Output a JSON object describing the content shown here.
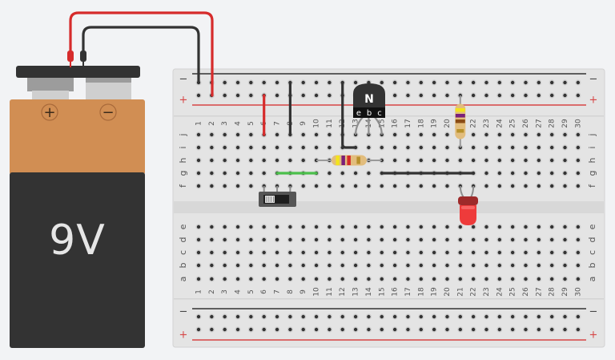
{
  "app": {
    "scene": "Breadboard circuit simulator"
  },
  "battery": {
    "label": "9V",
    "plus_symbol": "+",
    "minus_symbol": "−",
    "colors": {
      "top": "#d18e53",
      "body": "#333333",
      "cap": "#333333"
    }
  },
  "breadboard": {
    "columns": 30,
    "top_rows": [
      "j",
      "i",
      "h",
      "g",
      "f"
    ],
    "bottom_rows": [
      "e",
      "d",
      "c",
      "b",
      "a"
    ],
    "rail_minus_label": "−",
    "rail_plus_label": "+",
    "colors": {
      "board": "#e4e4e4",
      "hole": "#333333",
      "rail_red": "#d64545",
      "rail_black": "#333333"
    }
  },
  "components": {
    "transistor": {
      "type": "NPN transistor",
      "mark": "N",
      "pins": [
        "e",
        "b",
        "c"
      ],
      "columns": [
        13,
        14,
        15
      ],
      "row": "j"
    },
    "resistor_horizontal": {
      "type": "resistor",
      "bands": [
        "#f2e31d",
        "#7a1f7a",
        "#d52a2a",
        "#b8912b"
      ],
      "from": "h10",
      "to": "h15"
    },
    "resistor_vertical": {
      "type": "resistor",
      "bands": [
        "#f2e31d",
        "#7a1f7a",
        "#8a4b14",
        "#b8912b"
      ],
      "from": "+21",
      "to": "i21"
    },
    "led": {
      "type": "LED",
      "color": "#ee3b3b",
      "pins": [
        "f21",
        "f22"
      ]
    },
    "switch": {
      "type": "slide switch",
      "pins": [
        "f6",
        "f7",
        "f8"
      ]
    },
    "wires": [
      {
        "name": "battery-plus-wire",
        "color": "#d62b2b",
        "from": "battery+",
        "to": "+2"
      },
      {
        "name": "battery-minus-wire",
        "color": "#333333",
        "from": "battery-",
        "to": "-1"
      },
      {
        "name": "wire-col6",
        "color": "#d62b2b",
        "from": "+6",
        "to": "j6"
      },
      {
        "name": "wire-col8",
        "color": "#333333",
        "from": "-8",
        "to": "j8"
      },
      {
        "name": "wire-col12",
        "color": "#333333",
        "from": "-12",
        "to": "i13"
      },
      {
        "name": "wire-green",
        "color": "#4bbf4b",
        "from": "g7",
        "to": "g10"
      },
      {
        "name": "wire-row-g",
        "color": "#333333",
        "from": "g15",
        "to": "g22"
      }
    ]
  }
}
